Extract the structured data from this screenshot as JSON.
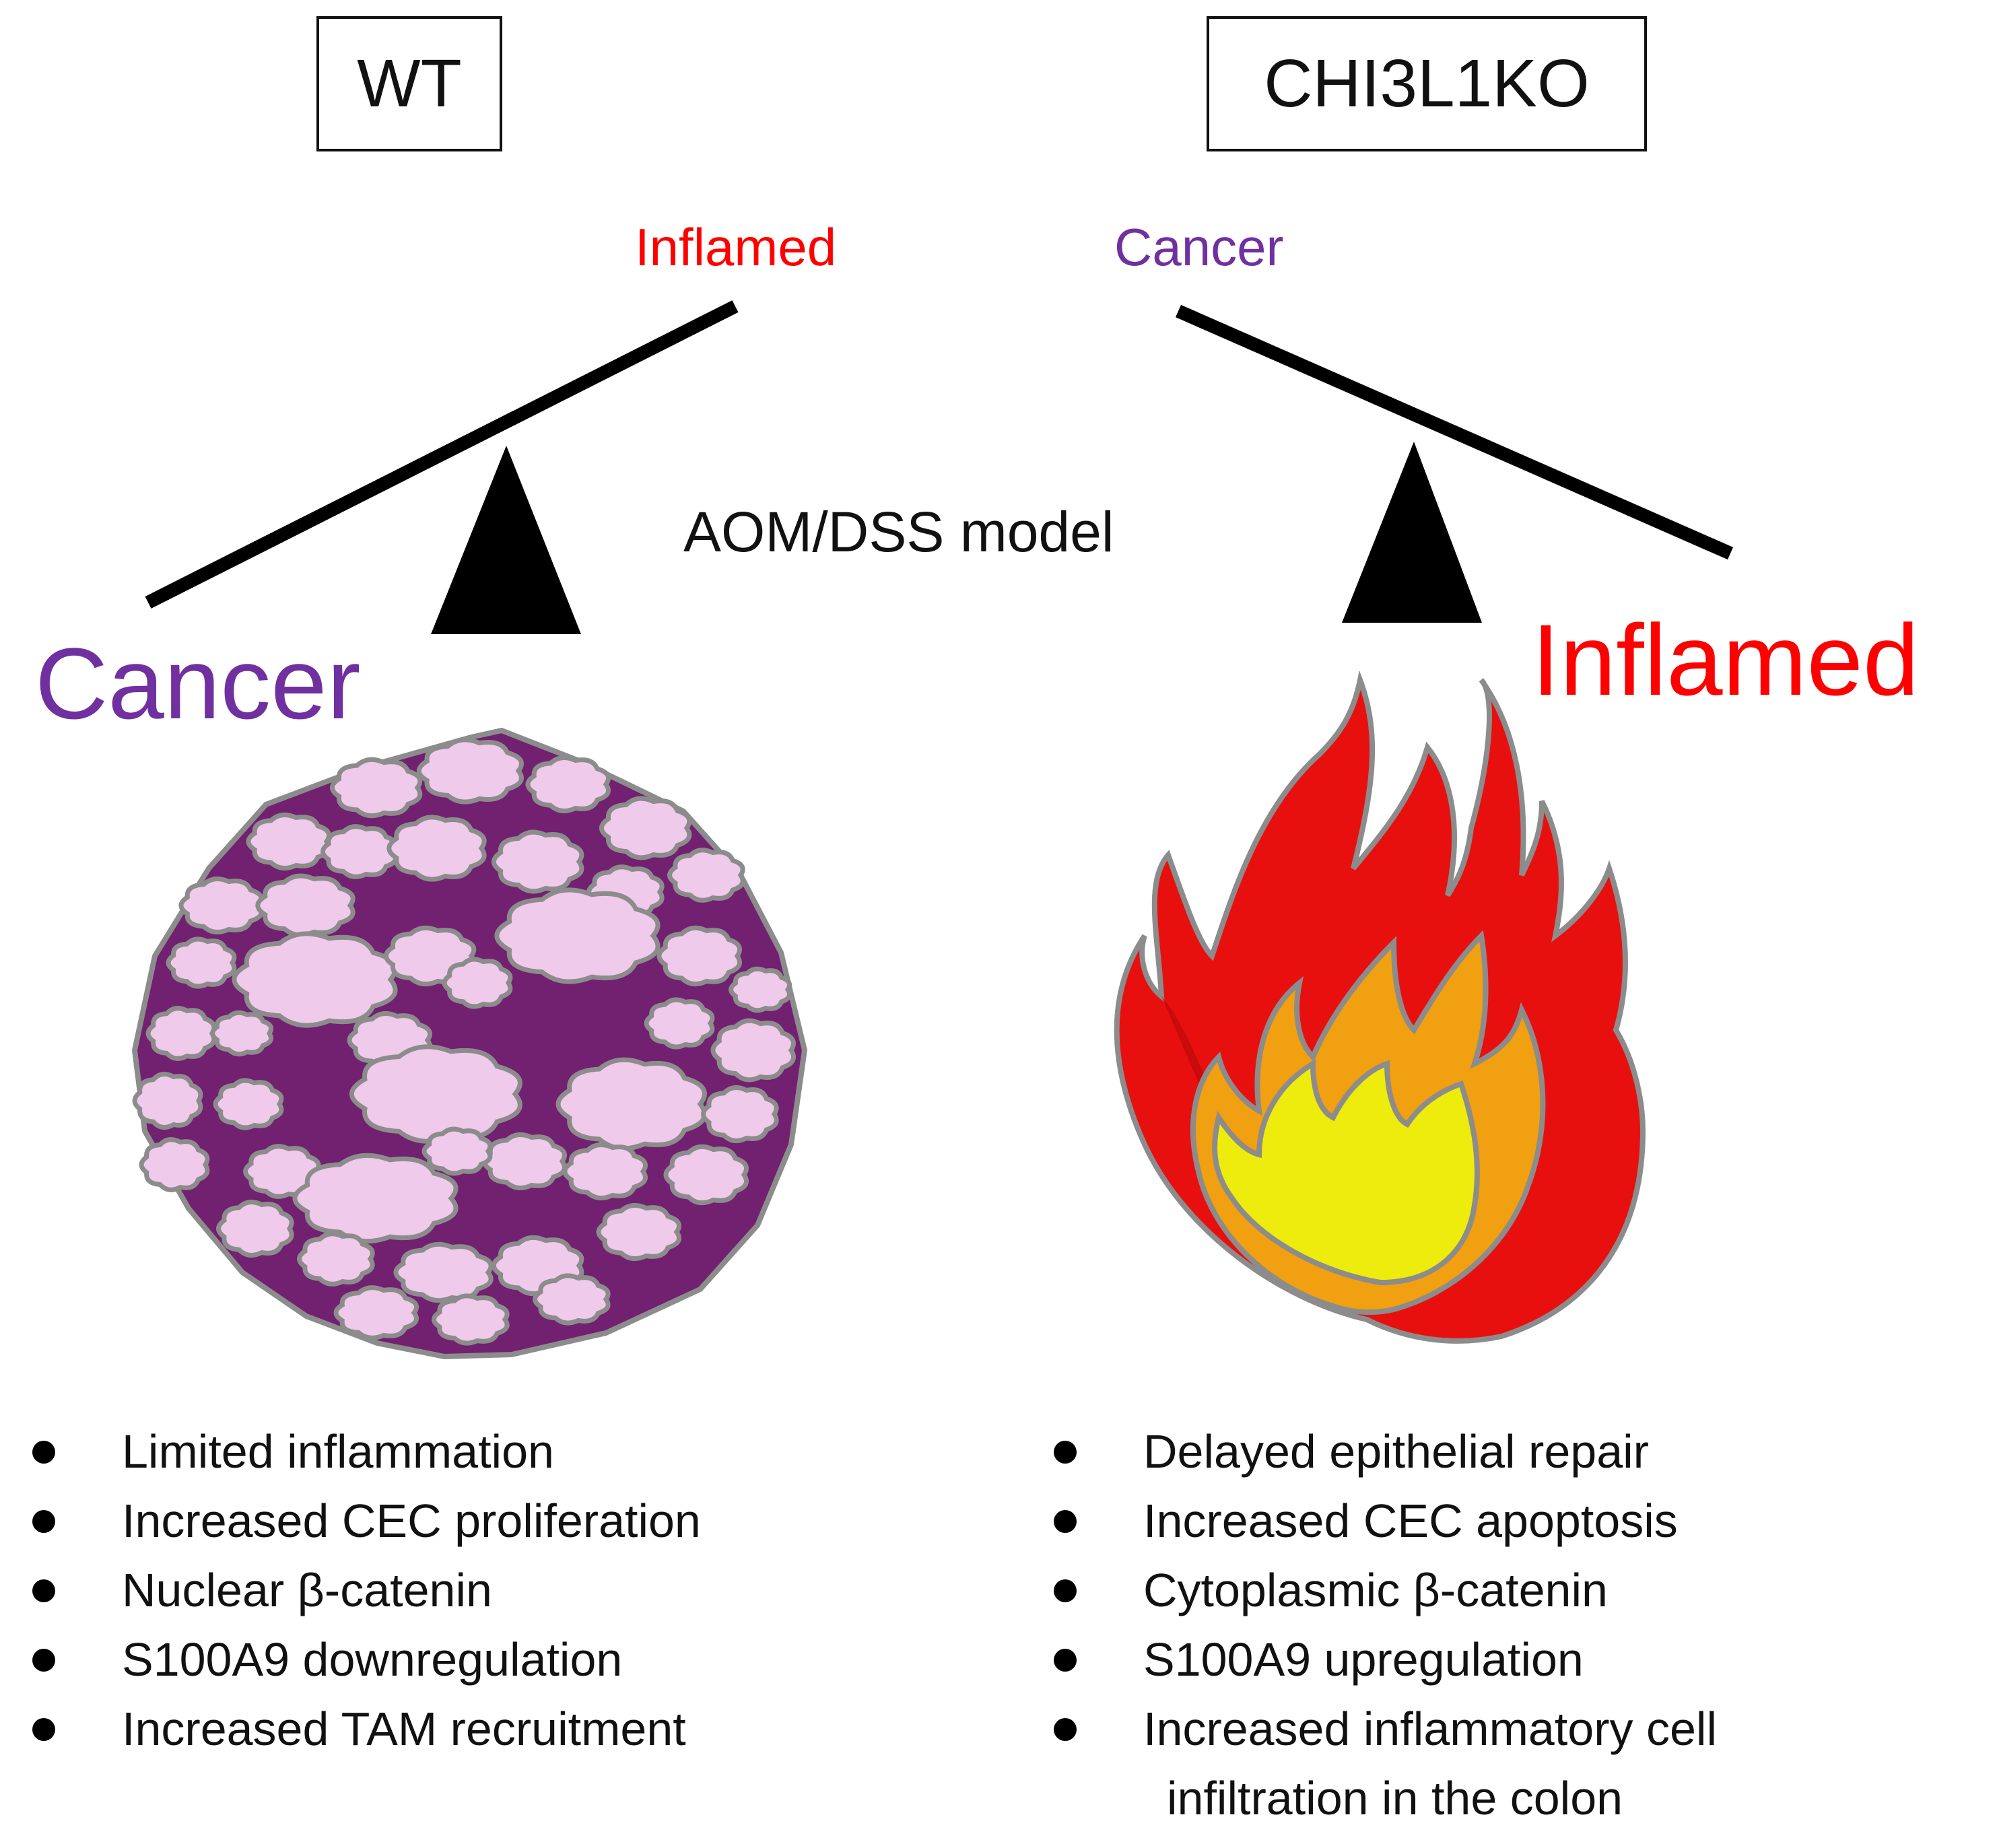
{
  "groups": {
    "left": {
      "label": "WT",
      "balance_upper_label": "Inflamed",
      "balance_lower_label": "Cancer",
      "outcome_label": "Cancer",
      "bullets": [
        "Limited inflammation",
        "Increased CEC proliferation",
        "Nuclear β-catenin",
        "S100A9 downregulation",
        "Increased TAM recruitment"
      ]
    },
    "right": {
      "label": "CHI3L1KO",
      "balance_upper_label": "Cancer",
      "balance_lower_label": "Inflamed",
      "outcome_label": "Inflamed",
      "bullets": [
        "Delayed epithelial repair",
        "Increased CEC apoptosis",
        "Cytoplasmic β-catenin",
        "S100A9 upregulation"
      ],
      "bullet_wrapped": {
        "line1": "Increased inflammatory cell",
        "line2": "infiltration in the colon"
      }
    }
  },
  "center_label": "AOM/DSS model",
  "colors": {
    "cancer_purple": "#7030A0",
    "inflamed_red": "#FF0000",
    "tumor_fill": "#722070",
    "cell_fill": "#F0CAEA",
    "cell_outline": "#8C8C8C",
    "flame_outer": "#E8100E",
    "flame_middle": "#F0A010",
    "flame_inner": "#EEEC0C",
    "ink": "#111111"
  },
  "icons": {
    "tumor": "tumor-cluster-icon",
    "flame": "flame-icon",
    "fulcrum": "triangle-fulcrum-icon"
  }
}
